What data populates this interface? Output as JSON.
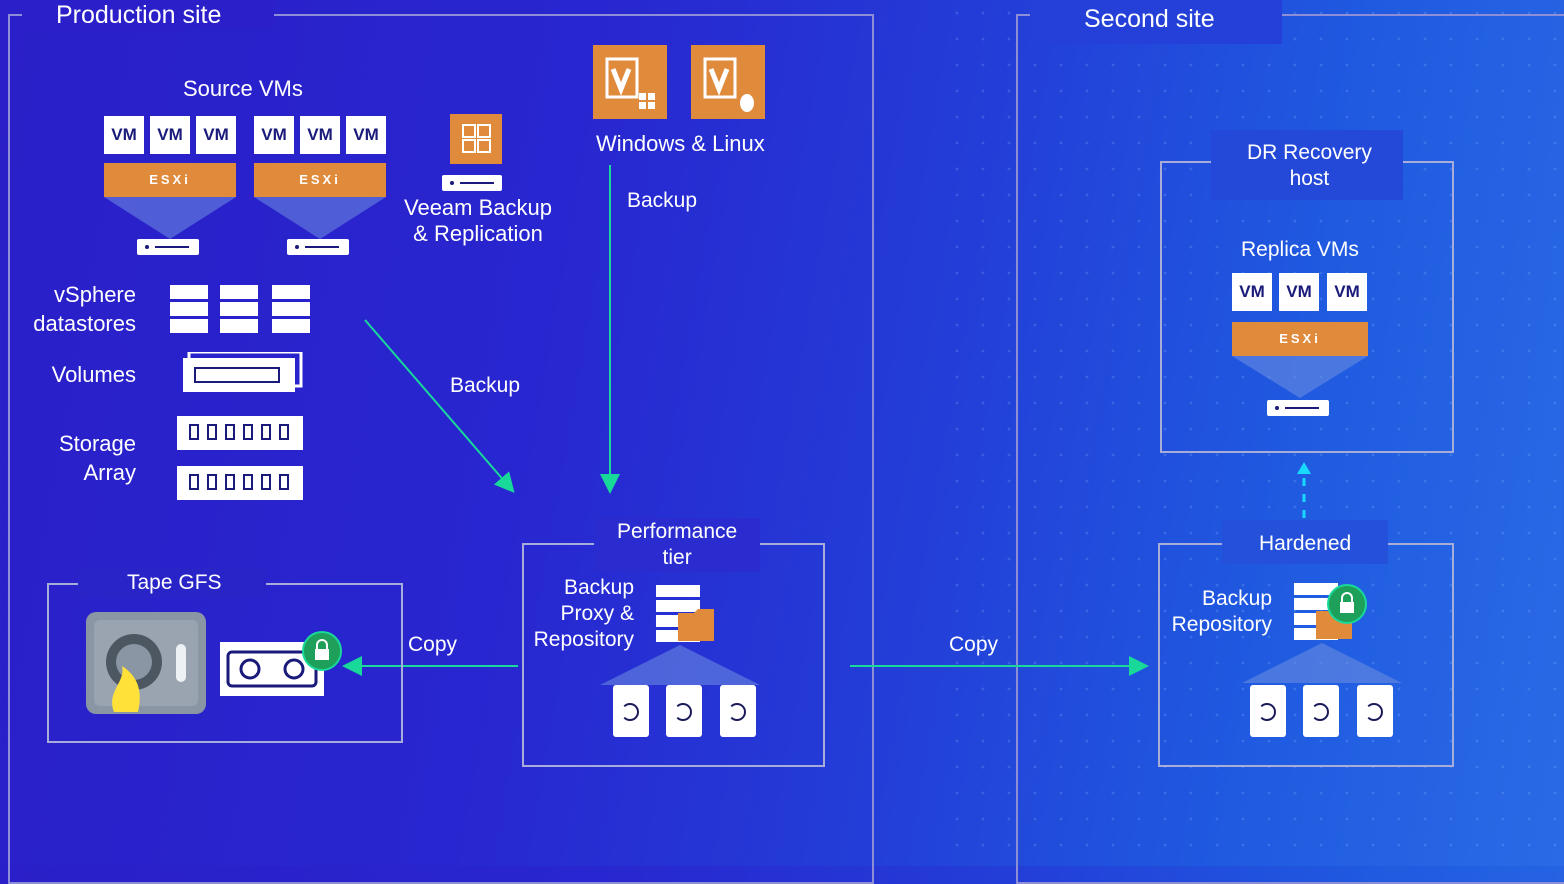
{
  "sites": {
    "production": "Production site",
    "second": "Second site"
  },
  "production": {
    "source_vms": "Source VMs",
    "vm_label": "VM",
    "esxi_label": "ESXi",
    "datastores": "vSphere\ndatastores",
    "volumes": "Volumes",
    "storage_array": "Storage\nArray",
    "veeam": "Veeam Backup\n& Replication",
    "windows_linux": "Windows & Linux",
    "performance_tier": "Performance\ntier",
    "proxy_repo": "Backup\nProxy &\nRepository",
    "tape_gfs": "Tape GFS"
  },
  "second": {
    "dr_host": "DR Recovery\nhost",
    "replica_vms": "Replica VMs",
    "hardened": "Hardened",
    "backup_repo": "Backup\nRepository"
  },
  "flows": {
    "backup_1": "Backup",
    "backup_2": "Backup",
    "copy_1": "Copy",
    "copy_2": "Copy"
  },
  "colors": {
    "accent_green": "#19d99a",
    "orange": "#e08a3c",
    "lock_green": "#1fa05a"
  }
}
